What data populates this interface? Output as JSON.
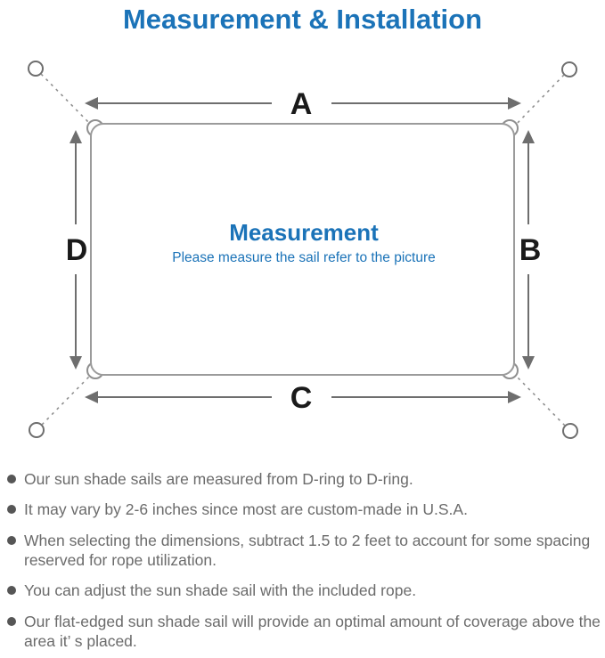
{
  "page_title": "Measurement & Installation",
  "colors": {
    "title_blue": "#1b73b8",
    "sail_outline_gray": "#9b9b9b",
    "arrow_gray": "#6e6e6e",
    "tether_gray": "#8f8f8f",
    "edge_label_black": "#1a1a1a",
    "note_text_gray": "#6b6b6b"
  },
  "diagram": {
    "edge_labels": {
      "top": "A",
      "right": "B",
      "bottom": "C",
      "left": "D"
    },
    "center_heading": "Measurement",
    "center_subheading": "Please measure the sail refer to the picture",
    "icons": {
      "anchor_ring": "anchor-ring-icon (small outlined circle at each corner anchor point)",
      "d_ring": "d-ring-icon (small half-circle ring on each sail corner)",
      "tether": "tether-dotted-line (dashed line from anchor ring to sail d-ring)",
      "measure_arrow": "measure-arrow (double-headed dimension arrow)"
    }
  },
  "notes": {
    "items": [
      "Our sun shade sails are measured from D-ring to D-ring.",
      "It may vary by 2-6 inches since most are custom-made in U.S.A.",
      "When selecting the dimensions, subtract 1.5 to 2 feet to account for some spacing reserved for rope utilization.",
      "You can adjust the sun shade sail with the included rope.",
      "Our flat-edged sun shade sail will provide an optimal amount of coverage above the area it’ s placed."
    ]
  }
}
